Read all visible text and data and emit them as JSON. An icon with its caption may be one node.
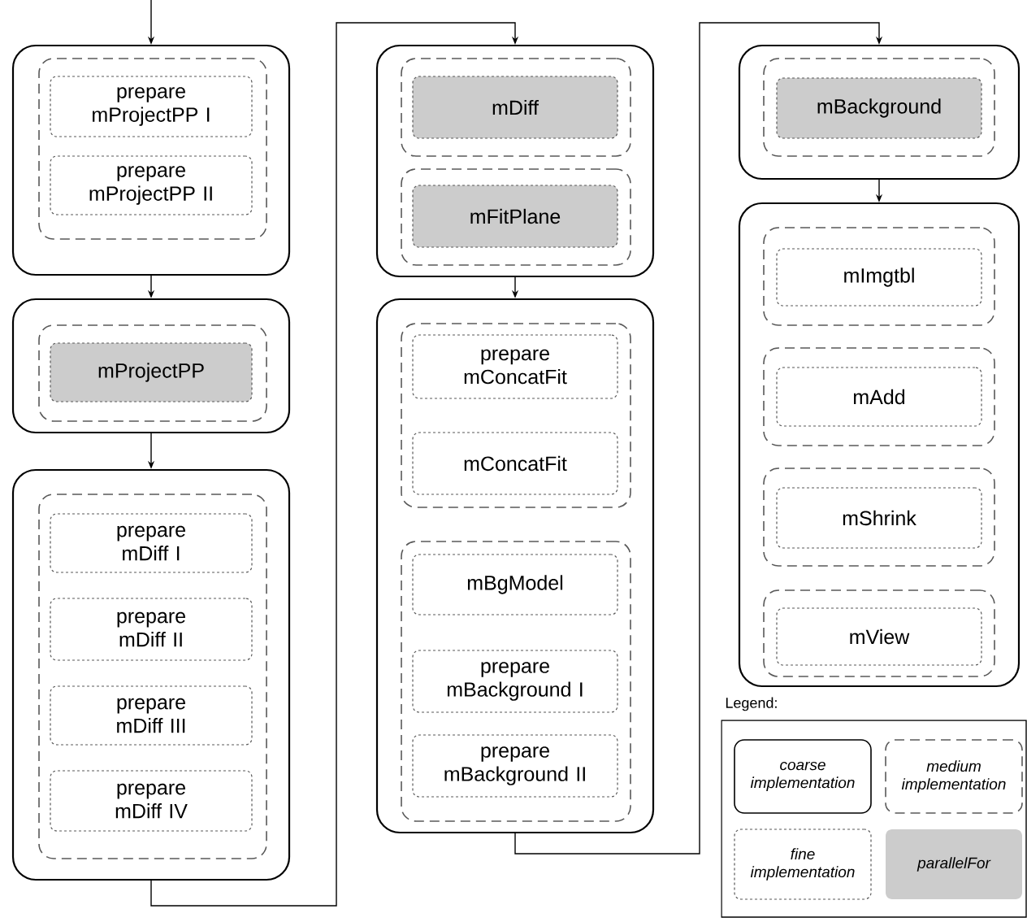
{
  "diagram": {
    "nodes": [
      {
        "text": [],
        "shape": "box"
      },
      {
        "text": [],
        "shape": "box",
        "in": 0
      },
      {
        "text": [
          "prepare mProjectPP I"
        ],
        "in": 1
      },
      {
        "text": [
          "prepare mProjectPP II"
        ],
        "in": 1
      },
      {
        "text": [],
        "shape": "box"
      },
      {
        "text": [],
        "shape": "box",
        "in": 4
      },
      {
        "text": [
          "mProjectPP"
        ],
        "in": 5
      },
      {
        "text": [],
        "shape": "box"
      },
      {
        "text": [],
        "shape": "box",
        "in": 7
      },
      {
        "text": [
          "prepare mDiff I"
        ],
        "in": 8
      },
      {
        "text": [
          "prepare mDiff II"
        ],
        "in": 8
      },
      {
        "text": [
          "prepare mDiff III"
        ],
        "in": 8
      },
      {
        "text": [
          "prepare mDiff IV"
        ],
        "in": 8
      },
      {
        "text": [],
        "shape": "box"
      },
      {
        "text": [],
        "shape": "box",
        "in": 13
      },
      {
        "text": [
          "mDiff"
        ],
        "in": 14
      },
      {
        "text": [],
        "shape": "box",
        "in": 13
      },
      {
        "text": [
          "mFitPlane"
        ],
        "in": 16
      },
      {
        "text": [],
        "shape": "box"
      },
      {
        "text": [],
        "shape": "box",
        "in": 18
      },
      {
        "text": [
          "prepare mConcatFit"
        ],
        "in": 19
      },
      {
        "text": [
          "mConcatFit"
        ],
        "in": 19
      },
      {
        "text": [],
        "shape": "box",
        "in": 18
      },
      {
        "text": [
          "mBgModel"
        ],
        "in": 22
      },
      {
        "text": [
          "prepare mBackground I"
        ],
        "in": 22
      },
      {
        "text": [
          "prepare mBackground II"
        ],
        "in": 22
      },
      {
        "text": [],
        "shape": "box"
      },
      {
        "text": [],
        "shape": "box",
        "in": 26
      },
      {
        "text": [
          "mBackground"
        ],
        "in": 27
      },
      {
        "text": [],
        "shape": "box"
      },
      {
        "text": [],
        "shape": "box",
        "in": 29
      },
      {
        "text": [
          "mImgtbl"
        ],
        "in": 30
      },
      {
        "text": [],
        "shape": "box",
        "in": 29
      },
      {
        "text": [
          "mAdd"
        ],
        "in": 32
      },
      {
        "text": [],
        "shape": "box",
        "in": 29
      },
      {
        "text": [
          "mShrink"
        ],
        "in": 34
      },
      {
        "text": [],
        "shape": "box",
        "in": 29
      },
      {
        "text": [
          "mView"
        ],
        "in": 36
      }
    ],
    "edges": [
      {
        "from": null,
        "to": 0,
        "arrow": "to"
      },
      {
        "from": 0,
        "to": 4,
        "arrow": "to"
      },
      {
        "from": 4,
        "to": 7,
        "arrow": "to"
      },
      {
        "from": 7,
        "to": 13,
        "arrow": "to"
      },
      {
        "from": 13,
        "to": 18,
        "arrow": "to"
      },
      {
        "from": 18,
        "to": 26,
        "arrow": "to"
      },
      {
        "from": 26,
        "to": 29,
        "arrow": "to"
      }
    ],
    "labels": [
      "Legend:"
    ],
    "legend": [
      {
        "text": "coarse implementation"
      },
      {
        "text": "medium implementation"
      },
      {
        "text": "fine implementation"
      },
      {
        "text": "parallelFor",
        "color": "#cccccc"
      }
    ]
  }
}
